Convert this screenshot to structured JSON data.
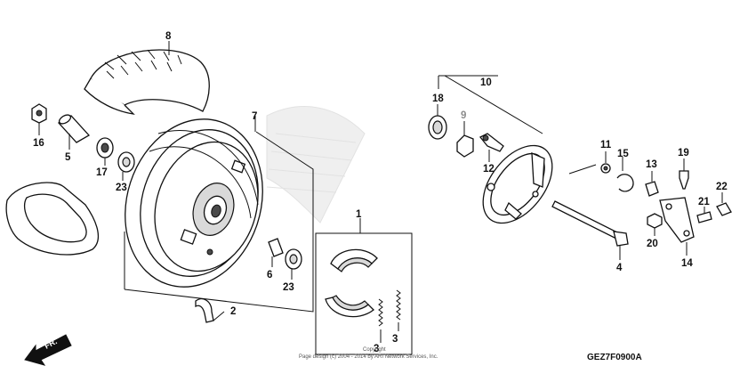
{
  "diagram": {
    "callouts": [
      {
        "id": "c1",
        "text": "1",
        "grey": false
      },
      {
        "id": "c2",
        "text": "2",
        "grey": false
      },
      {
        "id": "c3a",
        "text": "3",
        "grey": false
      },
      {
        "id": "c3b",
        "text": "3",
        "grey": false
      },
      {
        "id": "c4",
        "text": "4",
        "grey": false
      },
      {
        "id": "c5",
        "text": "5",
        "grey": false
      },
      {
        "id": "c6",
        "text": "6",
        "grey": false
      },
      {
        "id": "c7",
        "text": "7",
        "grey": false
      },
      {
        "id": "c8",
        "text": "8",
        "grey": false
      },
      {
        "id": "c9",
        "text": "9",
        "grey": true
      },
      {
        "id": "c10",
        "text": "10",
        "grey": false
      },
      {
        "id": "c11",
        "text": "11",
        "grey": false
      },
      {
        "id": "c12",
        "text": "12",
        "grey": false
      },
      {
        "id": "c13",
        "text": "13",
        "grey": false
      },
      {
        "id": "c14",
        "text": "14",
        "grey": false
      },
      {
        "id": "c15",
        "text": "15",
        "grey": false
      },
      {
        "id": "c16",
        "text": "16",
        "grey": false
      },
      {
        "id": "c17",
        "text": "17",
        "grey": false
      },
      {
        "id": "c18",
        "text": "18",
        "grey": false
      },
      {
        "id": "c19",
        "text": "19",
        "grey": false
      },
      {
        "id": "c20",
        "text": "20",
        "grey": false
      },
      {
        "id": "c21",
        "text": "21",
        "grey": false
      },
      {
        "id": "c22",
        "text": "22",
        "grey": false
      },
      {
        "id": "c23a",
        "text": "23",
        "grey": false
      },
      {
        "id": "c23b",
        "text": "23",
        "grey": false
      }
    ],
    "front_label": "FR.",
    "diagram_code": "GEZ7F0900A",
    "copyright_line1": "Copyright",
    "copyright_line2": "Page design (c) 2004 - 2014 by ARI Network Services, Inc."
  }
}
